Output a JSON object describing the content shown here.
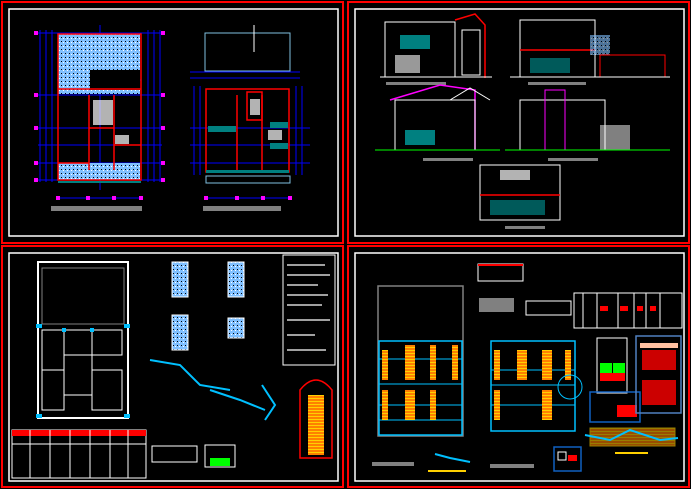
{
  "drawing": {
    "sheet_count": 4,
    "sheets": [
      {
        "id": "floor-plans"
      },
      {
        "id": "elevations-sections"
      },
      {
        "id": "foundations"
      },
      {
        "id": "installations"
      }
    ]
  },
  "colors": {
    "background": "#000000",
    "sheet_border": "#ff0000",
    "frame": "#ffffff",
    "axis": "#0000ff",
    "axis_marker": "#ff00ff",
    "wall": "#ff0000",
    "hatch": "#80c0ff",
    "teal": "#008080",
    "cyan": "#00c0ff",
    "yellow": "#ffd000",
    "green": "#00ff00",
    "gray": "#808080"
  }
}
